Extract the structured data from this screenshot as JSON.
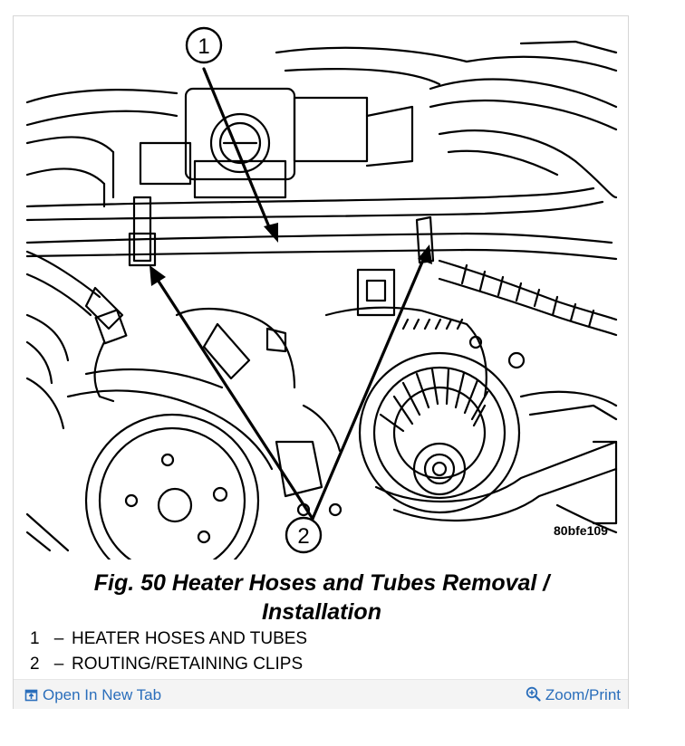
{
  "figure": {
    "callout_1": "1",
    "callout_2": "2",
    "code": "80bfe109",
    "title_line1": "Fig. 50 Heater Hoses and Tubes Removal /",
    "title_line2": "Installation"
  },
  "legend": [
    {
      "num": "1",
      "dash": "–",
      "text": "HEATER HOSES AND TUBES"
    },
    {
      "num": "2",
      "dash": "–",
      "text": "ROUTING/RETAINING CLIPS"
    }
  ],
  "footer": {
    "open_tab_label": "Open In New Tab",
    "zoom_label": "Zoom/Print",
    "link_color": "#2a6ebb"
  },
  "icons": {
    "open_tab": "open-new-tab-icon",
    "zoom": "magnifier-plus-icon"
  }
}
